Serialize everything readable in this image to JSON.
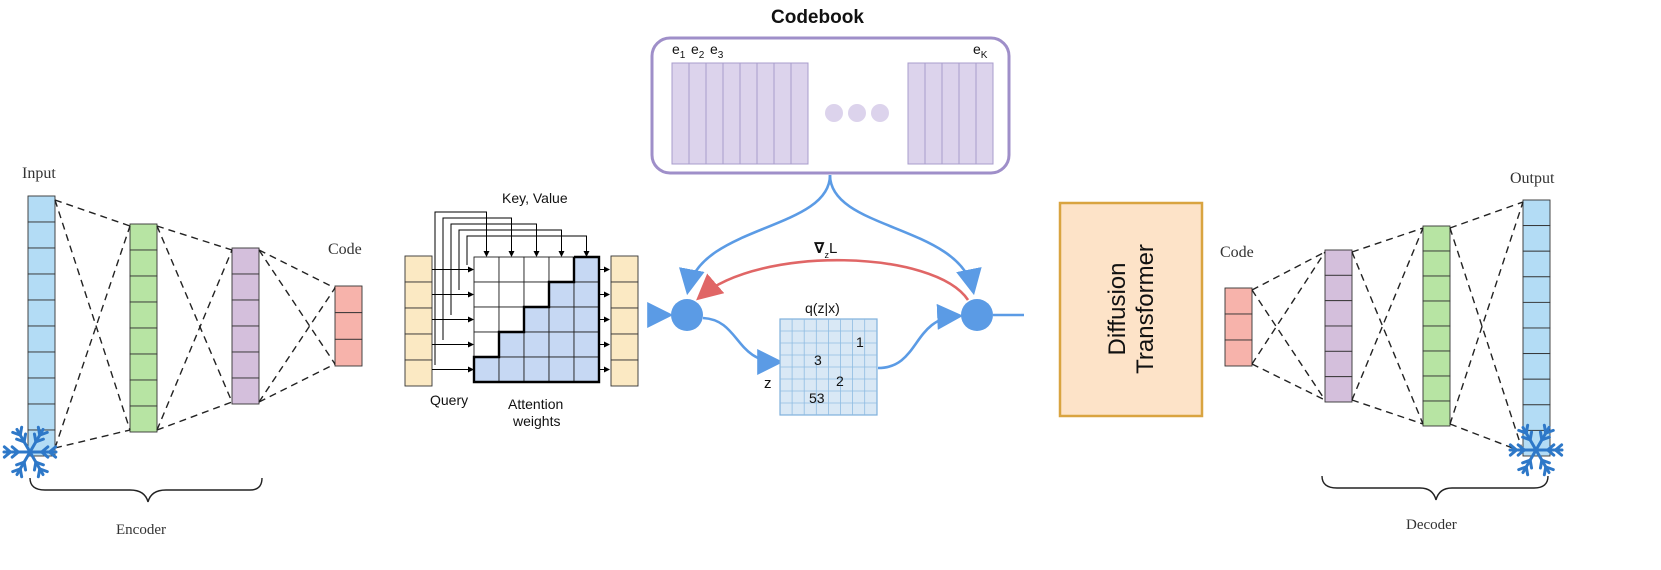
{
  "labels": {
    "codebook_title": "Codebook",
    "e1": "e",
    "e1_sub": "1",
    "e2": "e",
    "e2_sub": "2",
    "e3": "e",
    "e3_sub": "3",
    "eK": "e",
    "eK_sub": "K",
    "encoder_input": "Input",
    "encoder_code": "Code",
    "encoder": "Encoder",
    "key_value": "Key, Value",
    "query": "Query",
    "attention_weights_line1": "Attention",
    "attention_weights_line2": "weights",
    "grad_nabla": "∇",
    "grad_sub": "z",
    "grad_L": "L",
    "posterior": "q(z|x)",
    "z": "z",
    "grid_values": [
      "1",
      "3",
      "2",
      "53"
    ],
    "diffusion_line1": "Diffusion",
    "diffusion_line2": "Transformer",
    "decoder_code": "Code",
    "decoder_output": "Output",
    "decoder": "Decoder"
  },
  "colors": {
    "input_blue": "#b3dcf5",
    "green": "#b7e4a3",
    "purple": "#d4bfdc",
    "code_red": "#f7b3ab",
    "codebook_fill": "#dcd3ec",
    "codebook_border": "#9f8fc9",
    "attention_blue": "#c6d8f3",
    "tan": "#fbe9c3",
    "node_blue": "#5b9be5",
    "arrow_red": "#e06666",
    "grid_fill": "#d9e8f5",
    "diffusion_fill": "#fde3c8",
    "diffusion_border": "#d9a440",
    "snowflake": "#2e78c8"
  }
}
